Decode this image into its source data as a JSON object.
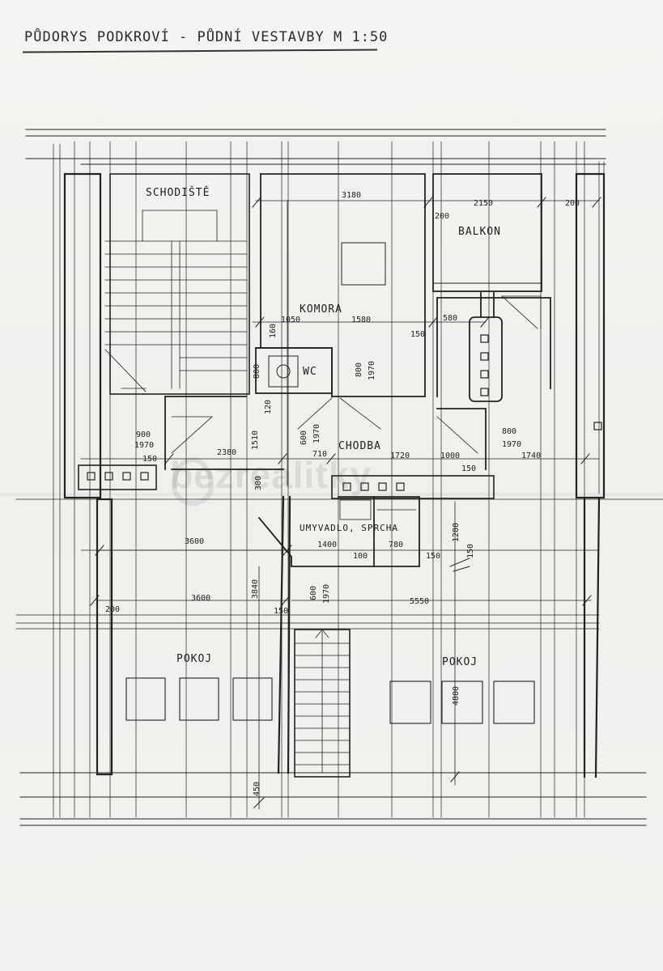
{
  "title": "PŮDORYS PODKROVÍ - PŮDNÍ VESTAVBY   M 1:50",
  "rooms": {
    "schodiste": "SCHODIŠTĚ",
    "komora": "KOMORA",
    "balkon": "BALKON",
    "wc": "WC",
    "chodba": "CHODBA",
    "umyvadlo": "UMYVADLO, SPRCHA",
    "pokoj_left": "POKOJ",
    "pokoj_right": "POKOJ"
  },
  "dims": {
    "d3180": "3180",
    "d2150": "2150",
    "d200a": "200",
    "d200b": "200",
    "d1050": "1050",
    "d1580": "1580",
    "d160": "160",
    "d150a": "150",
    "d580": "580",
    "d800a": "800",
    "d800b": "800",
    "d1970a": "1970",
    "d900": "900",
    "d1970b": "1970",
    "d150b": "150",
    "d2380": "2380",
    "d1510": "1510",
    "d120": "120",
    "d600a": "600",
    "d1970c": "1970",
    "d710": "710",
    "d1720": "1720",
    "d1000": "1000",
    "d150c": "150",
    "d800c": "800",
    "d1970d": "1970",
    "d1740": "1740",
    "d300": "300",
    "d3600a": "3600",
    "d1400": "1400",
    "d780": "780",
    "d1280": "1280",
    "d150d": "150",
    "d100": "100",
    "d150e": "150",
    "d3840": "3840",
    "d3600b": "3600",
    "d200c": "200",
    "d150f": "150",
    "d600b": "600",
    "d1970e": "1970",
    "d5550": "5550",
    "d4800": "4800",
    "d450": "450"
  },
  "watermark": "bezrealitky"
}
